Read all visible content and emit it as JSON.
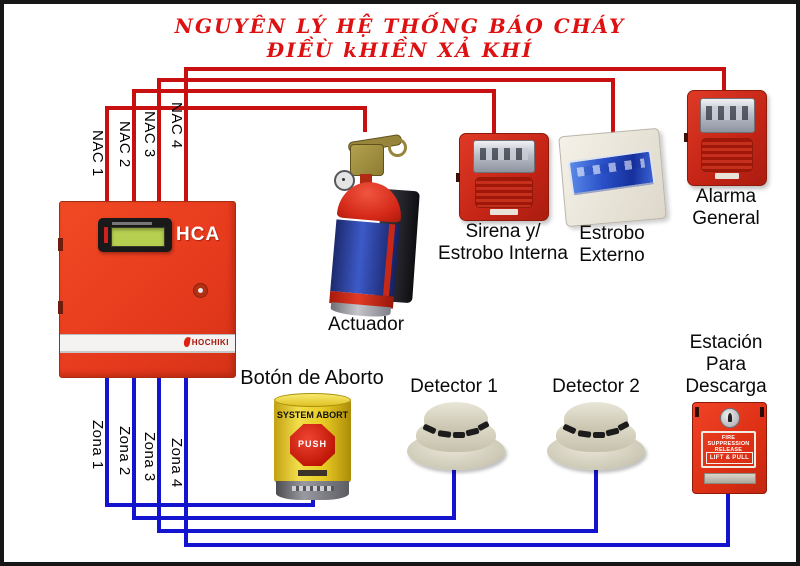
{
  "title": {
    "line1": "NGUYÊN LÝ HỆ THỐNG BÁO CHÁY",
    "line2": "ĐIỀÙ kHIỀN XẢ KHÍ"
  },
  "panel": {
    "model": "HCA",
    "brand": "HOCHIKI"
  },
  "nac_labels": [
    "NAC 1",
    "NAC 2",
    "NAC 3",
    "NAC 4"
  ],
  "zone_labels": [
    "Zona 1",
    "Zona 2",
    "Zona 3",
    "Zona 4"
  ],
  "devices": {
    "actuator": {
      "label": "Actuador"
    },
    "siren_internal": {
      "label_line1": "Sirena y/",
      "label_line2": "Estrobo Interna"
    },
    "strobe_external": {
      "label_line1": "Estrobo",
      "label_line2": "Externo"
    },
    "general_alarm": {
      "label_line1": "Alarma",
      "label_line2": "General"
    },
    "abort_button": {
      "label": "Botón de Aborto",
      "top_text": "SYSTEM ABORT",
      "button_text": "PUSH"
    },
    "detector1": {
      "label": "Detector 1"
    },
    "detector2": {
      "label": "Detector 2"
    },
    "release_station": {
      "label_line1": "Estación",
      "label_line2": "Para",
      "label_line3": "Descarga",
      "panel_text": "FIRE SUPPRESSION RELEASE",
      "handle_text": "LIFT & PULL"
    }
  },
  "colors": {
    "title_red": "#dd1111",
    "nac_wire_red": "#c81010",
    "zone_wire_blue": "#1414cf",
    "panel_red": "#e83b1e",
    "device_red": "#c9281c",
    "abort_yellow": "#e8ca22",
    "strobe_blue": "#2a50c8",
    "background": "#ffffff"
  }
}
